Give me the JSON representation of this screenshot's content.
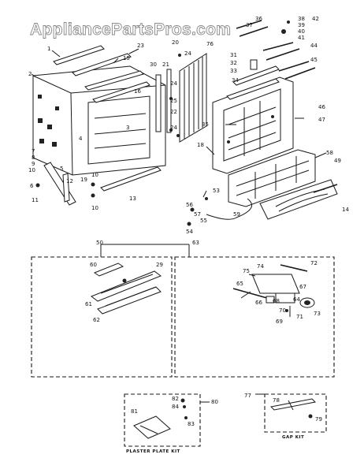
{
  "watermark": "AppliancePartsPros.com",
  "kit_labels": {
    "plaster_plate_kit": "PLASTER PLATE KIT",
    "gap_kit": "GAP KIT"
  },
  "callouts": {
    "c1": "1",
    "c2": "2",
    "c3": "3",
    "c4": "4",
    "c5": "5",
    "c6": "6",
    "c7": "7",
    "c8": "8",
    "c9": "9",
    "c10": "10",
    "c11": "11",
    "c12": "12",
    "c13": "13",
    "c14": "14",
    "c15": "15",
    "c16": "16",
    "c18": "18",
    "c19": "19",
    "c20": "20",
    "c21": "21",
    "c22": "22",
    "c23": "23",
    "c24": "24",
    "c25": "25",
    "c29": "29",
    "c30": "30",
    "c31": "31",
    "c32": "32",
    "c33": "33",
    "c34": "34",
    "c35": "35",
    "c36": "36",
    "c37": "37",
    "c38": "38",
    "c39": "39",
    "c40": "40",
    "c41": "41",
    "c42": "42",
    "c44": "44",
    "c45": "45",
    "c46": "46",
    "c47": "47",
    "c49": "49",
    "c50": "50",
    "c53": "53",
    "c54": "54",
    "c55": "55",
    "c56": "56",
    "c57": "57",
    "c58": "58",
    "c59": "59",
    "c60": "60",
    "c61": "61",
    "c62": "62",
    "c63": "63",
    "c64": "64",
    "c65": "65",
    "c66": "66",
    "c67": "67",
    "c68": "68",
    "c69": "69",
    "c70": "70",
    "c71": "71",
    "c72": "72",
    "c73": "73",
    "c74": "74",
    "c75": "75",
    "c76": "76",
    "c77": "77",
    "c78": "78",
    "c79": "79",
    "c80": "80",
    "c81": "81",
    "c82": "82",
    "c83": "83",
    "c84": "84"
  },
  "colors": {
    "ink": "#1a1a1a",
    "watermark_outline": "#8a8a8a",
    "background": "#ffffff"
  }
}
